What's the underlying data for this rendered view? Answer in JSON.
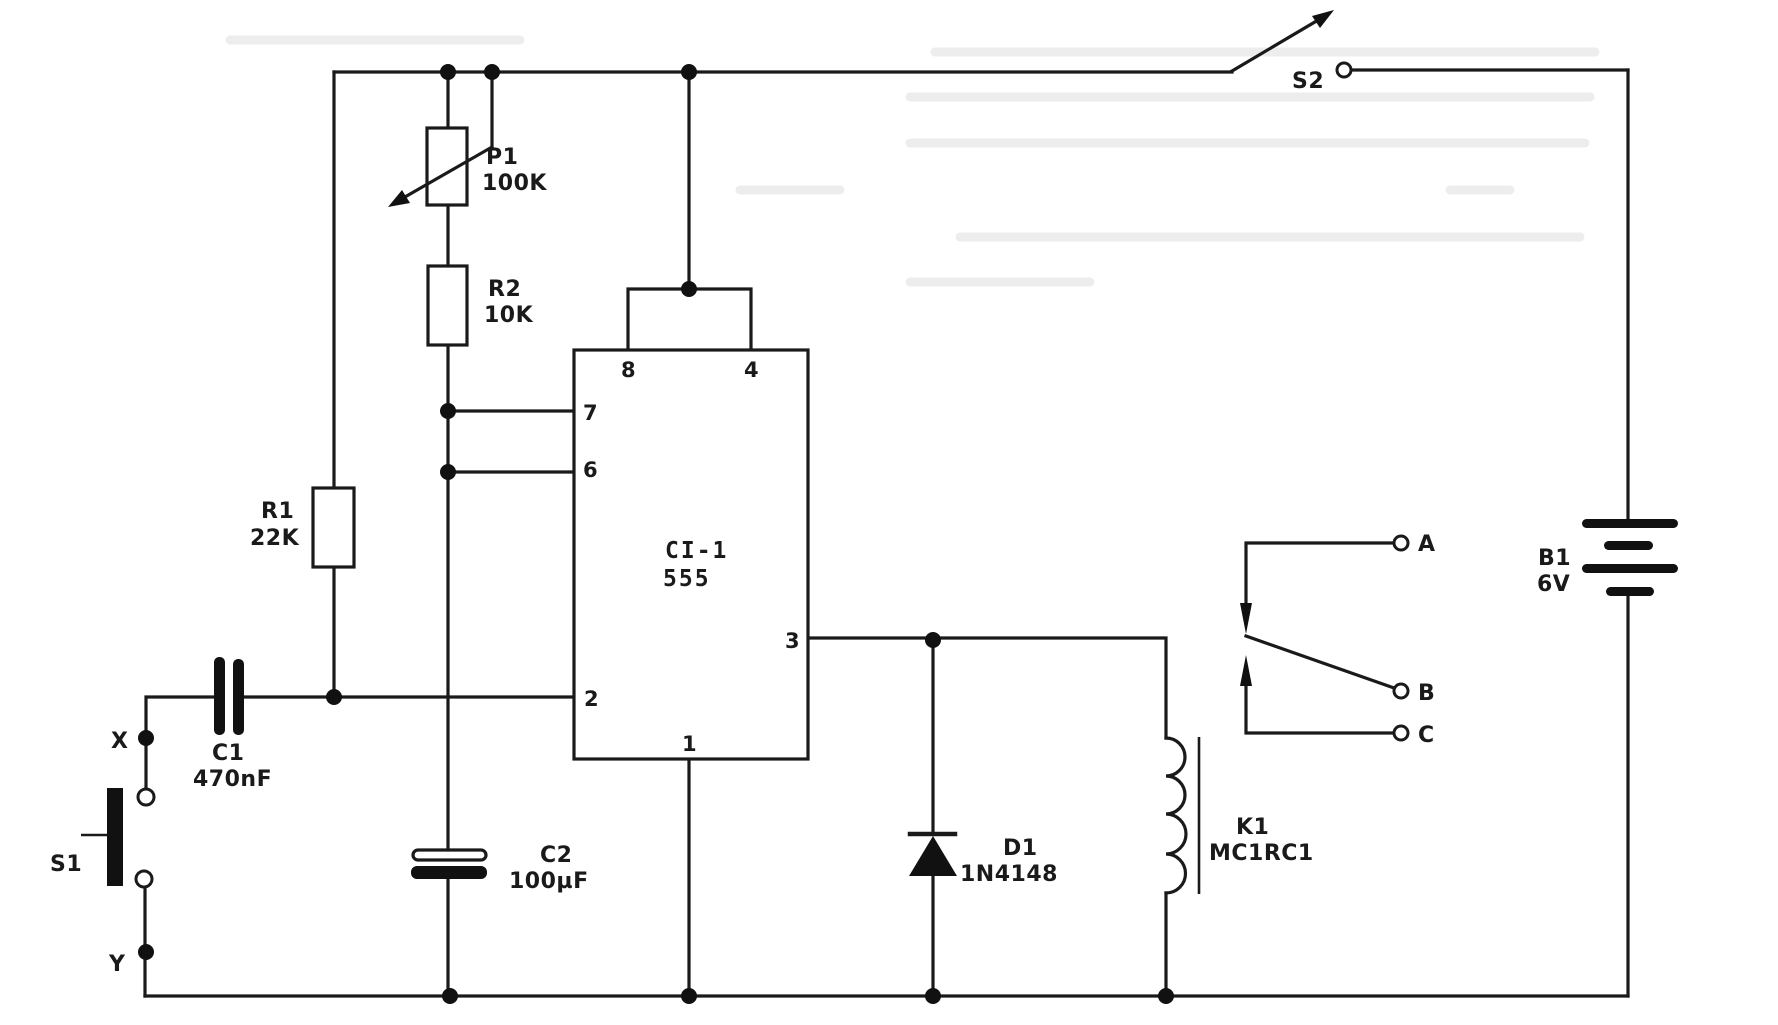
{
  "diagram": {
    "type": "electronic-schematic",
    "title_hidden": false,
    "colors": {
      "ink": "#1a1a1a",
      "paper": "#ffffff",
      "bleed": "#ececec"
    },
    "components": {
      "P1": {
        "ref": "P1",
        "value": "100K",
        "kind": "potentiometer"
      },
      "R2": {
        "ref": "R2",
        "value": "10K",
        "kind": "resistor"
      },
      "R1": {
        "ref": "R1",
        "value": "22K",
        "kind": "resistor"
      },
      "C1": {
        "ref": "C1",
        "value": "470nF",
        "kind": "capacitor"
      },
      "C2": {
        "ref": "C2",
        "value": "100µF",
        "kind": "electrolytic-capacitor"
      },
      "IC": {
        "ref": "CI-1",
        "value": "555",
        "kind": "timer-ic",
        "pins": {
          "p8": "8",
          "p4": "4",
          "p7": "7",
          "p6": "6",
          "p2": "2",
          "p3": "3",
          "p1": "1"
        }
      },
      "D1": {
        "ref": "D1",
        "value": "1N4148",
        "kind": "diode"
      },
      "K1": {
        "ref": "K1",
        "value": "MC1RC1",
        "kind": "relay",
        "contacts": {
          "a": "A",
          "b": "B",
          "c": "C"
        }
      },
      "B1": {
        "ref": "B1",
        "value": "6V",
        "kind": "battery"
      },
      "S1": {
        "ref": "S1",
        "kind": "pushbutton"
      },
      "S2": {
        "ref": "S2",
        "kind": "toggle-switch"
      },
      "X": {
        "ref": "X",
        "kind": "terminal"
      },
      "Y": {
        "ref": "Y",
        "kind": "terminal"
      }
    }
  }
}
